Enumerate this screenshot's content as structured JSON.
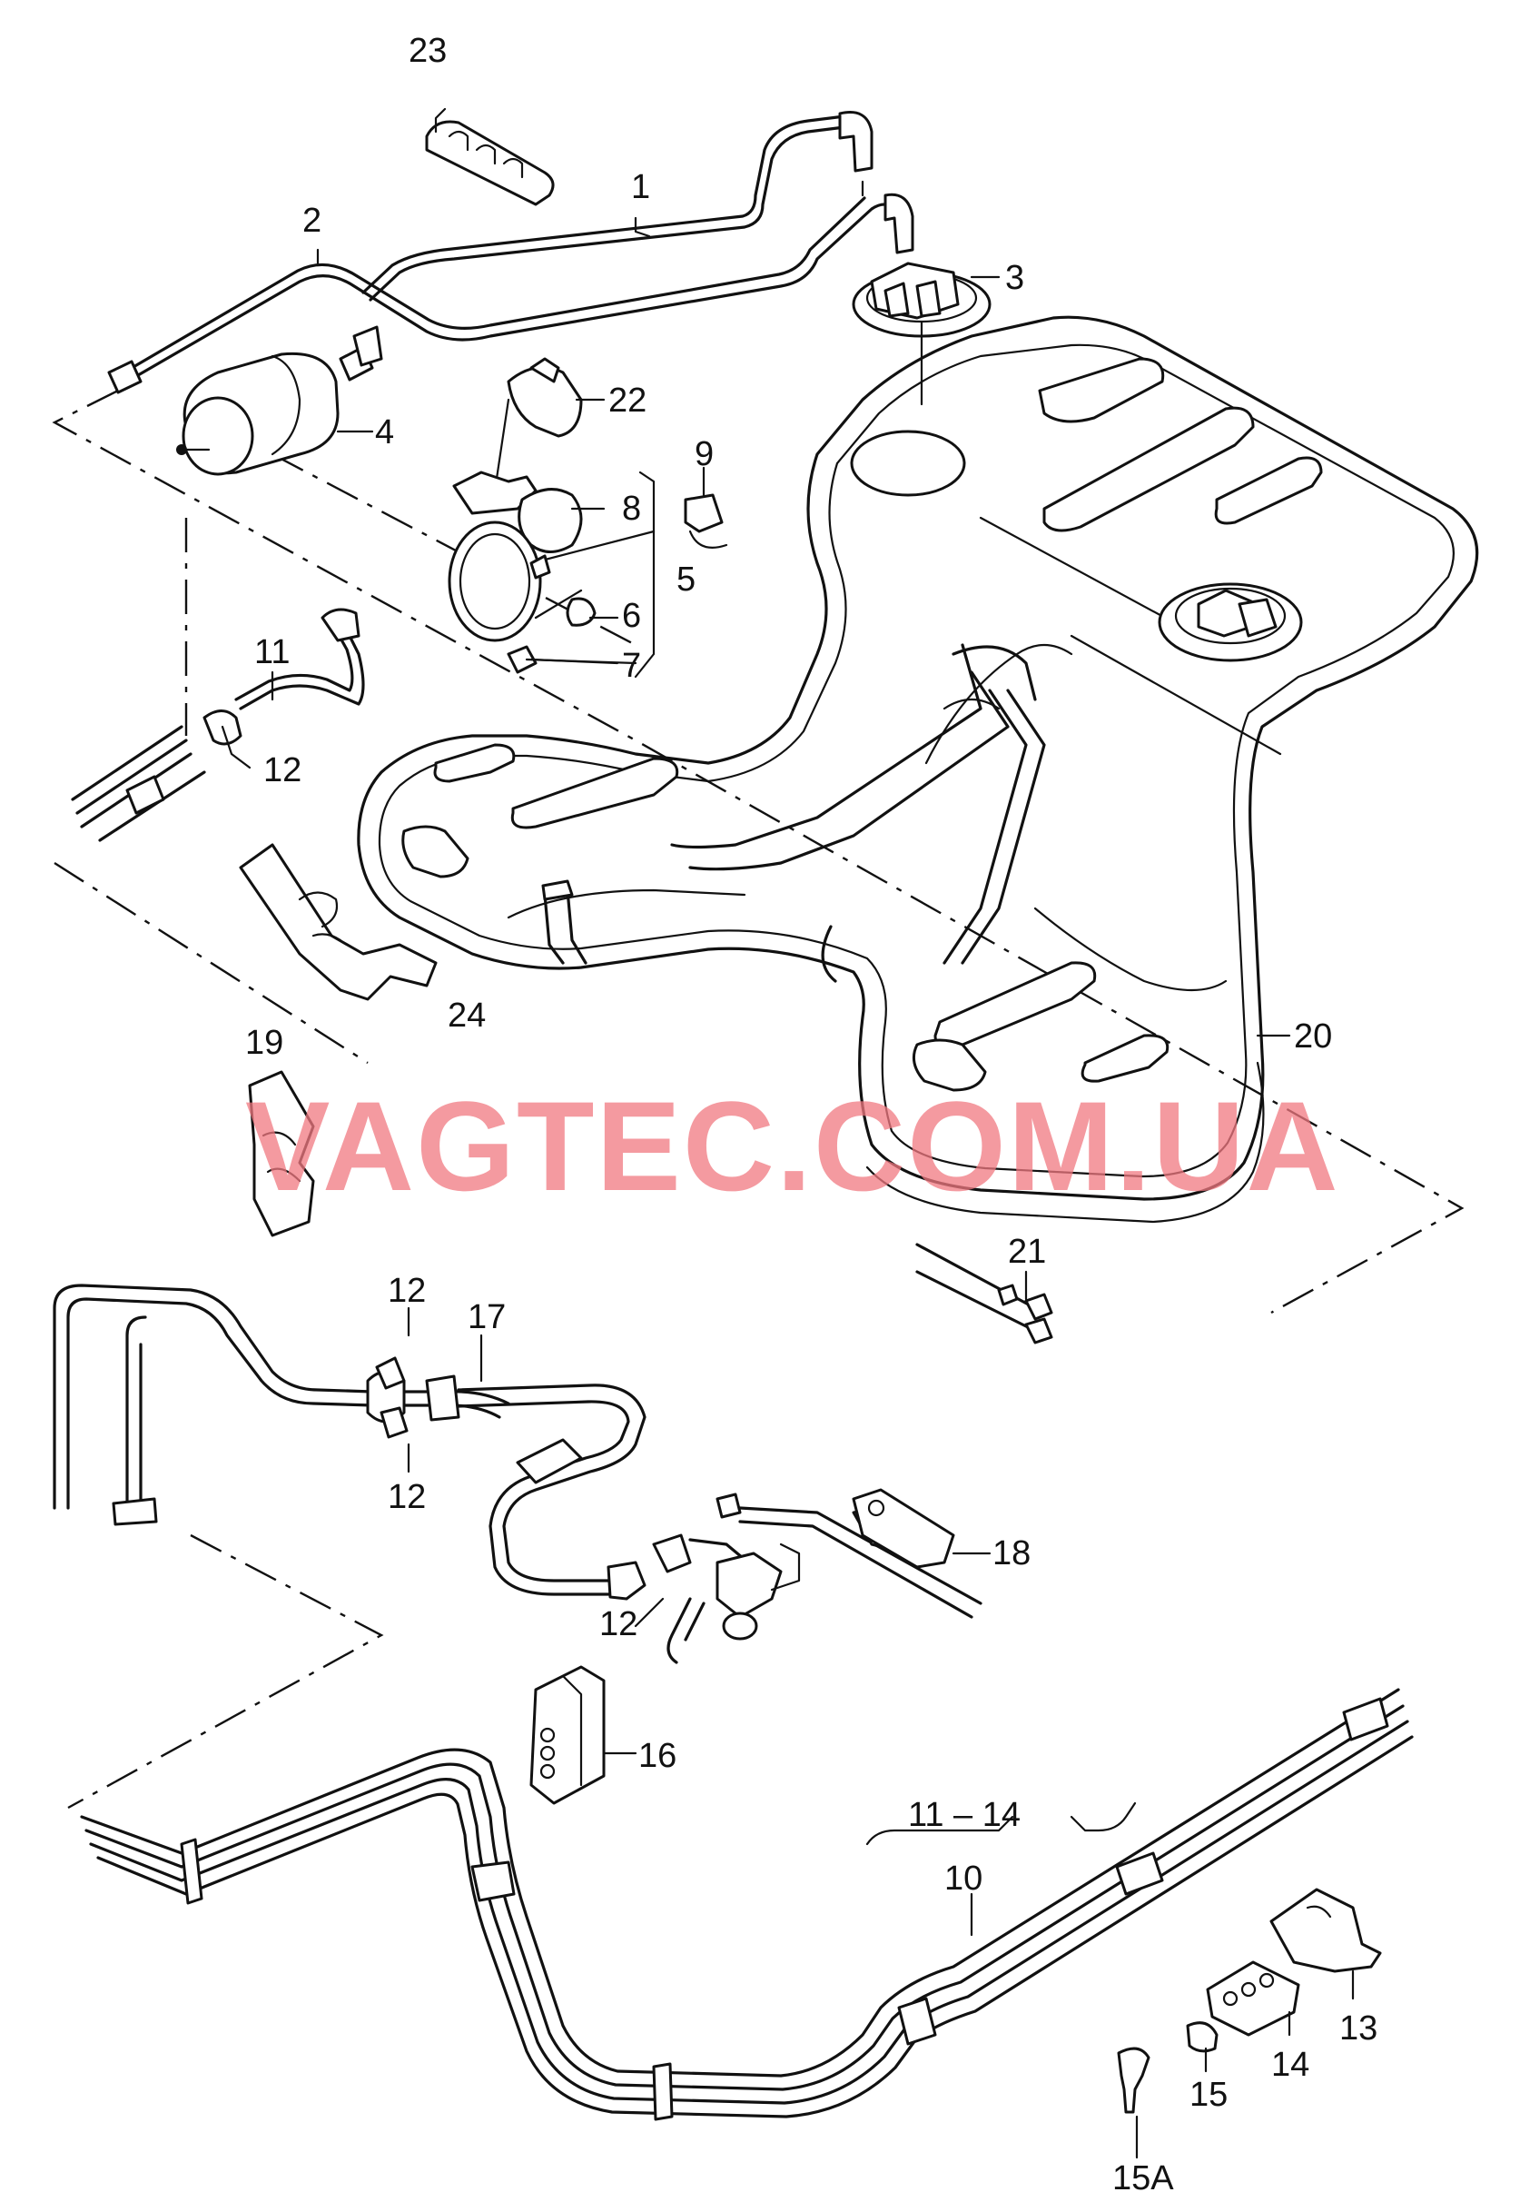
{
  "watermark": "VAGTEC.COM.UA",
  "colors": {
    "line": "#111111",
    "watermark": "#f07880",
    "background": "#ffffff"
  },
  "callouts": {
    "c1": "1",
    "c2": "2",
    "c3": "3",
    "c4": "4",
    "c5": "5",
    "c6": "6",
    "c7": "7",
    "c8": "8",
    "c9": "9",
    "c10": "10",
    "c11": "11",
    "c11_14": "11 – 14",
    "c12a": "12",
    "c12b": "12",
    "c12c": "12",
    "c12d": "12",
    "c13": "13",
    "c14": "14",
    "c15": "15",
    "c15a": "15A",
    "c16": "16",
    "c17": "17",
    "c18": "18",
    "c19": "19",
    "c20": "20",
    "c21": "21",
    "c22": "22",
    "c23": "23",
    "c24": "24"
  }
}
